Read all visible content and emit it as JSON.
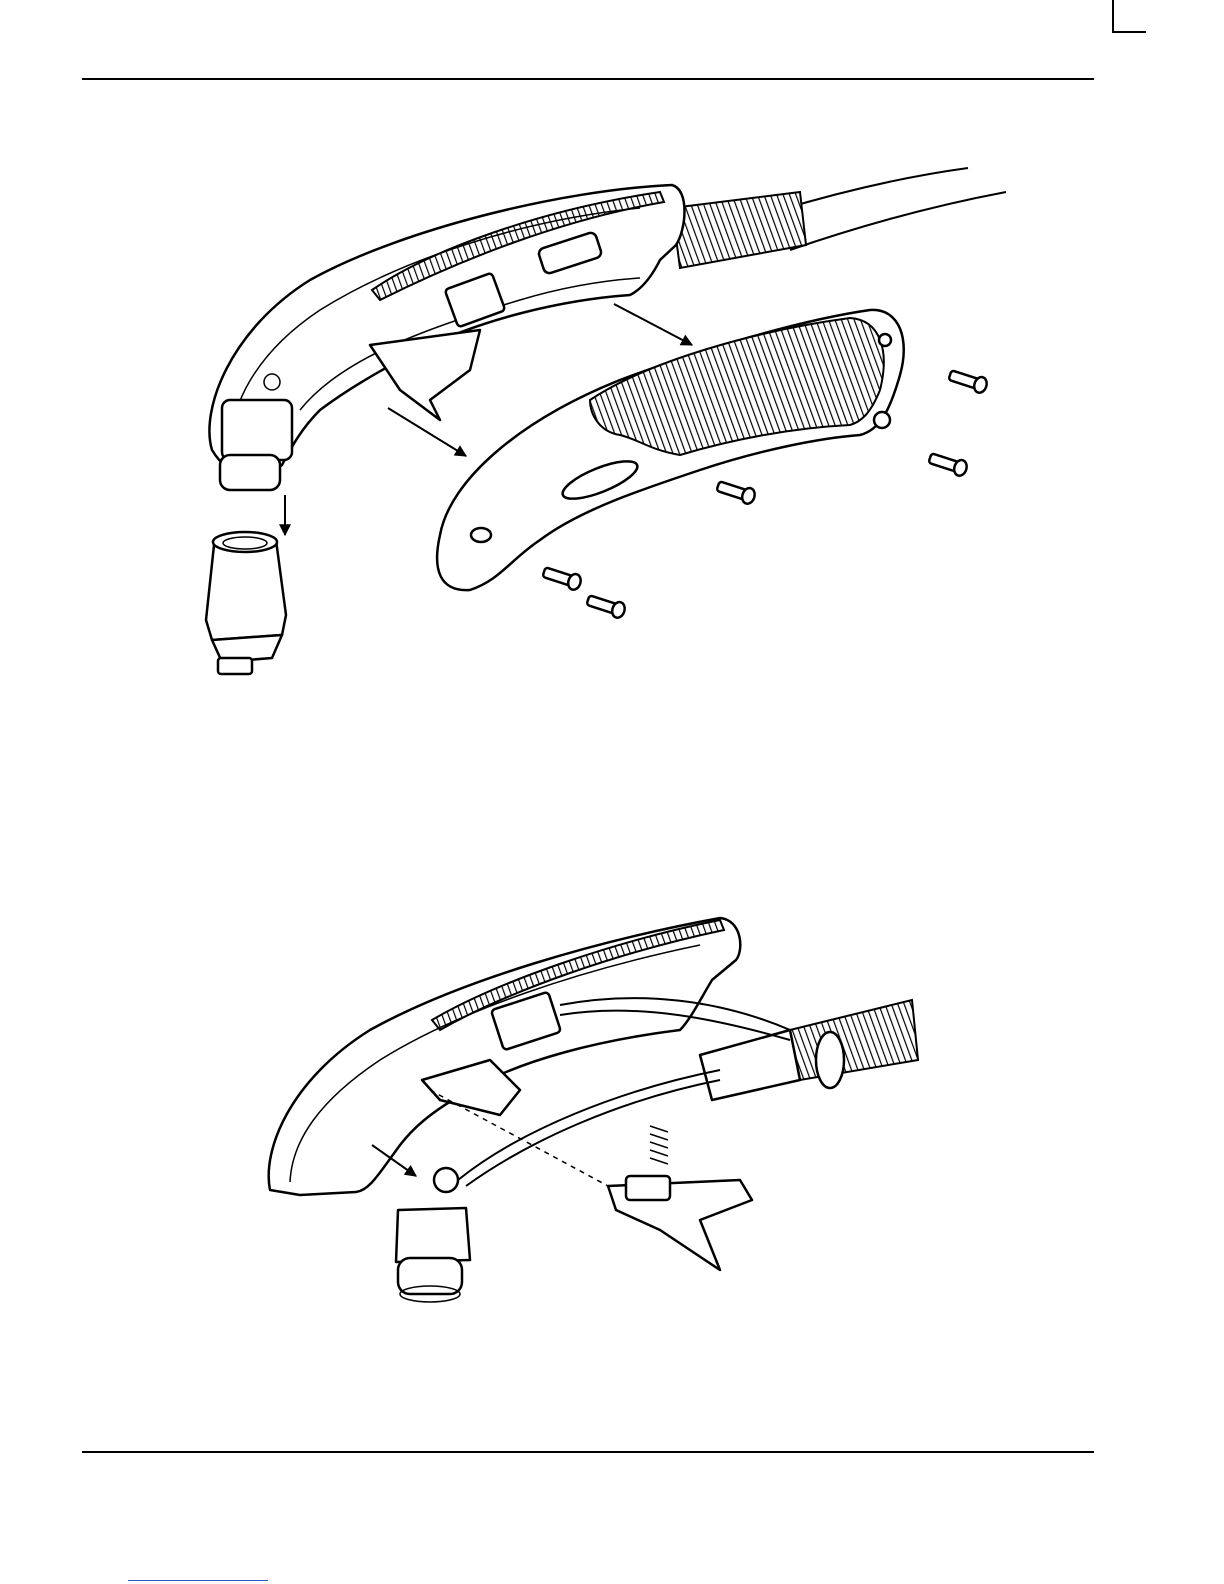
{
  "figures": [
    {
      "illustration": "torch-disassembly-handle-and-shield",
      "parts": [
        "torch-handle-half",
        "removable-handle-half",
        "retaining-cup",
        "screws",
        "torch-lead"
      ]
    },
    {
      "illustration": "torch-disassembly-trigger-and-head",
      "parts": [
        "torch-handle-half",
        "torch-head",
        "trigger-assembly",
        "spring",
        "torch-lead"
      ]
    }
  ],
  "colors": {
    "ink": "#000000",
    "paper": "#ffffff",
    "link": "#3355cc"
  }
}
